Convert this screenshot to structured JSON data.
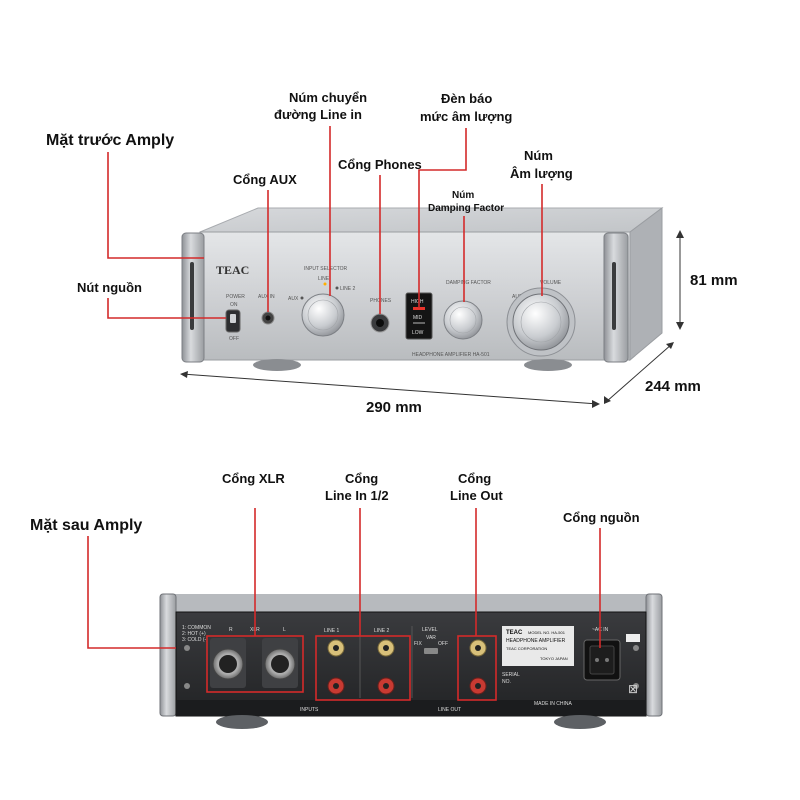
{
  "front": {
    "title": "Mặt trước Amply",
    "labels": {
      "power": "Nút nguồn",
      "aux": "Cổng AUX",
      "line_selector_1": "Núm chuyển",
      "line_selector_2": "đường Line in",
      "phones": "Cổng Phones",
      "level_led_1": "Đèn báo",
      "level_led_2": "mức âm lượng",
      "damping_1": "Núm",
      "damping_2": "Damping Factor",
      "volume_1": "Núm",
      "volume_2": "Âm lượng"
    },
    "dimensions": {
      "height": "81 mm",
      "width": "290 mm",
      "depth": "244 mm"
    },
    "panel_text": {
      "brand": "TEAC",
      "input_selector": "INPUT SELECTOR",
      "line": "LINE",
      "aux": "AUX",
      "line2": "LINE 2",
      "power": "POWER",
      "on": "ON",
      "off": "OFF",
      "aux_in": "AUX IN",
      "phones": "PHONES",
      "damping": "DAMPING FACTOR",
      "auto_mute": "AUTO MUTE",
      "volume": "VOLUME",
      "model": "HEADPHONE AMPLIFIER HA-501",
      "hi": "HIGH",
      "mid": "MID",
      "low": "LOW"
    }
  },
  "rear": {
    "title": "Mặt sau Amply",
    "labels": {
      "xlr": "Cổng XLR",
      "line_in_1": "Cổng",
      "line_in_2": "Line In 1/2",
      "line_out_1": "Cổng",
      "line_out_2": "Line Out",
      "power": "Cổng nguồn"
    },
    "panel_text": {
      "xlr": "XLR",
      "r": "R",
      "l": "L",
      "line1": "LINE 1",
      "line2": "LINE 2",
      "level": "LEVEL",
      "var": "VAR",
      "fix": "FIX",
      "off": "OFF",
      "inputs": "INPUTS",
      "line_out": "LINE OUT",
      "ac_in": "~AC IN",
      "teac": "TEAC",
      "model": "MODEL NO. HA-501",
      "headphone_amp": "HEADPHONE AMPLIFIER",
      "corp": "TEAC CORPORATION",
      "serial": "SERIAL",
      "no": "NO.",
      "made_in": "MADE IN CHINA",
      "pin1": "1: COMMON",
      "pin2": "2: HOT (+)",
      "pin3": "3: COLD (-)",
      "tokyo": "TOKYO JAPAN"
    }
  },
  "colors": {
    "accent": "#d42a2a",
    "silver": "#c8cacc",
    "rear_panel": "#2b2c2e"
  }
}
